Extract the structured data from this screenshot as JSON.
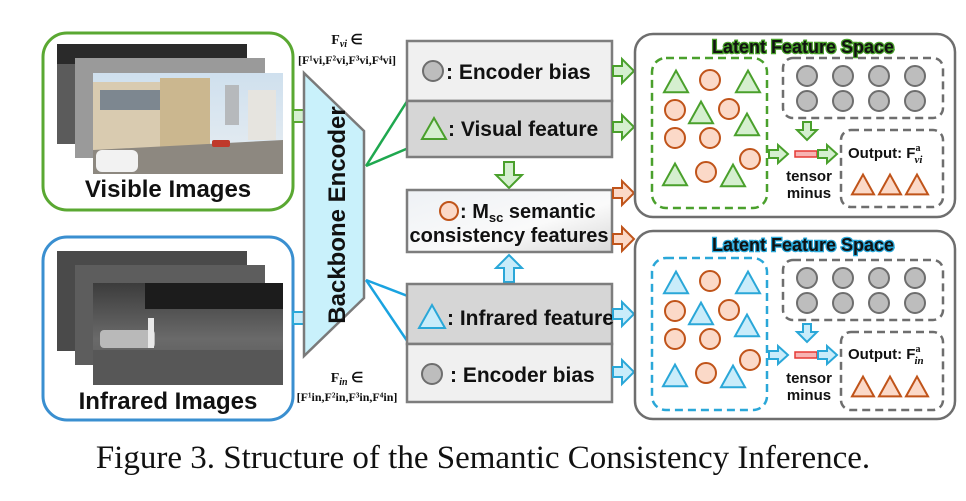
{
  "figure": {
    "caption": "Figure 3. Structure of the Semantic Consistency Inference."
  },
  "inputs": {
    "visible": {
      "label": "Visible Images",
      "color": "#5aa832"
    },
    "infrared": {
      "label": "Infrared Images",
      "color": "#3a8fd0"
    }
  },
  "encoder": {
    "label": "Backbone Encoder",
    "fill": "#c9f1fb",
    "top_formula": {
      "line1": "F",
      "line1_sub": "vi",
      "line1_tail": " ∈",
      "line2": "[F¹vi,F²vi,F³vi,F⁴vi]"
    },
    "bottom_formula": {
      "line1": "F",
      "line1_sub": "in",
      "line1_tail": " ∈",
      "line2": "[F¹in,F²in,F³in,F⁴in]"
    }
  },
  "feature_boxes": {
    "vis_bias": ": Encoder bias",
    "vis_feature": ": Visual feature",
    "msc_prefix": ": M",
    "msc_sub": "sc",
    "msc_line1_tail": " semantic",
    "msc_line2": "consistency features",
    "ir_feature": ": Infrared feature",
    "ir_bias": ": Encoder bias"
  },
  "latent": {
    "top": {
      "title": "Latent Feature Space",
      "op_label_1": "tensor",
      "op_label_2": "minus",
      "output_label": "Output: F",
      "output_sup": "a",
      "output_sub": "vi"
    },
    "bottom": {
      "title": "Latent Feature Space",
      "op_label_1": "tensor",
      "op_label_2": "minus",
      "output_label": "Output: F",
      "output_sup": "a",
      "output_sub": "in"
    }
  },
  "colors": {
    "green_stroke": "#4aa02c",
    "green_fill": "#d5efcf",
    "blue_stroke": "#2aa7d8",
    "blue_fill": "#c9ecfa",
    "orange_stroke": "#c0541a",
    "orange_fill": "#fbd9c8",
    "gray_stroke": "#6e6e6e",
    "gray_fill": "#bdbdbd",
    "arrow_green_line": "#1fa84f",
    "arrow_blue_line": "#1aa3e0",
    "minus_red": "#e53935"
  }
}
